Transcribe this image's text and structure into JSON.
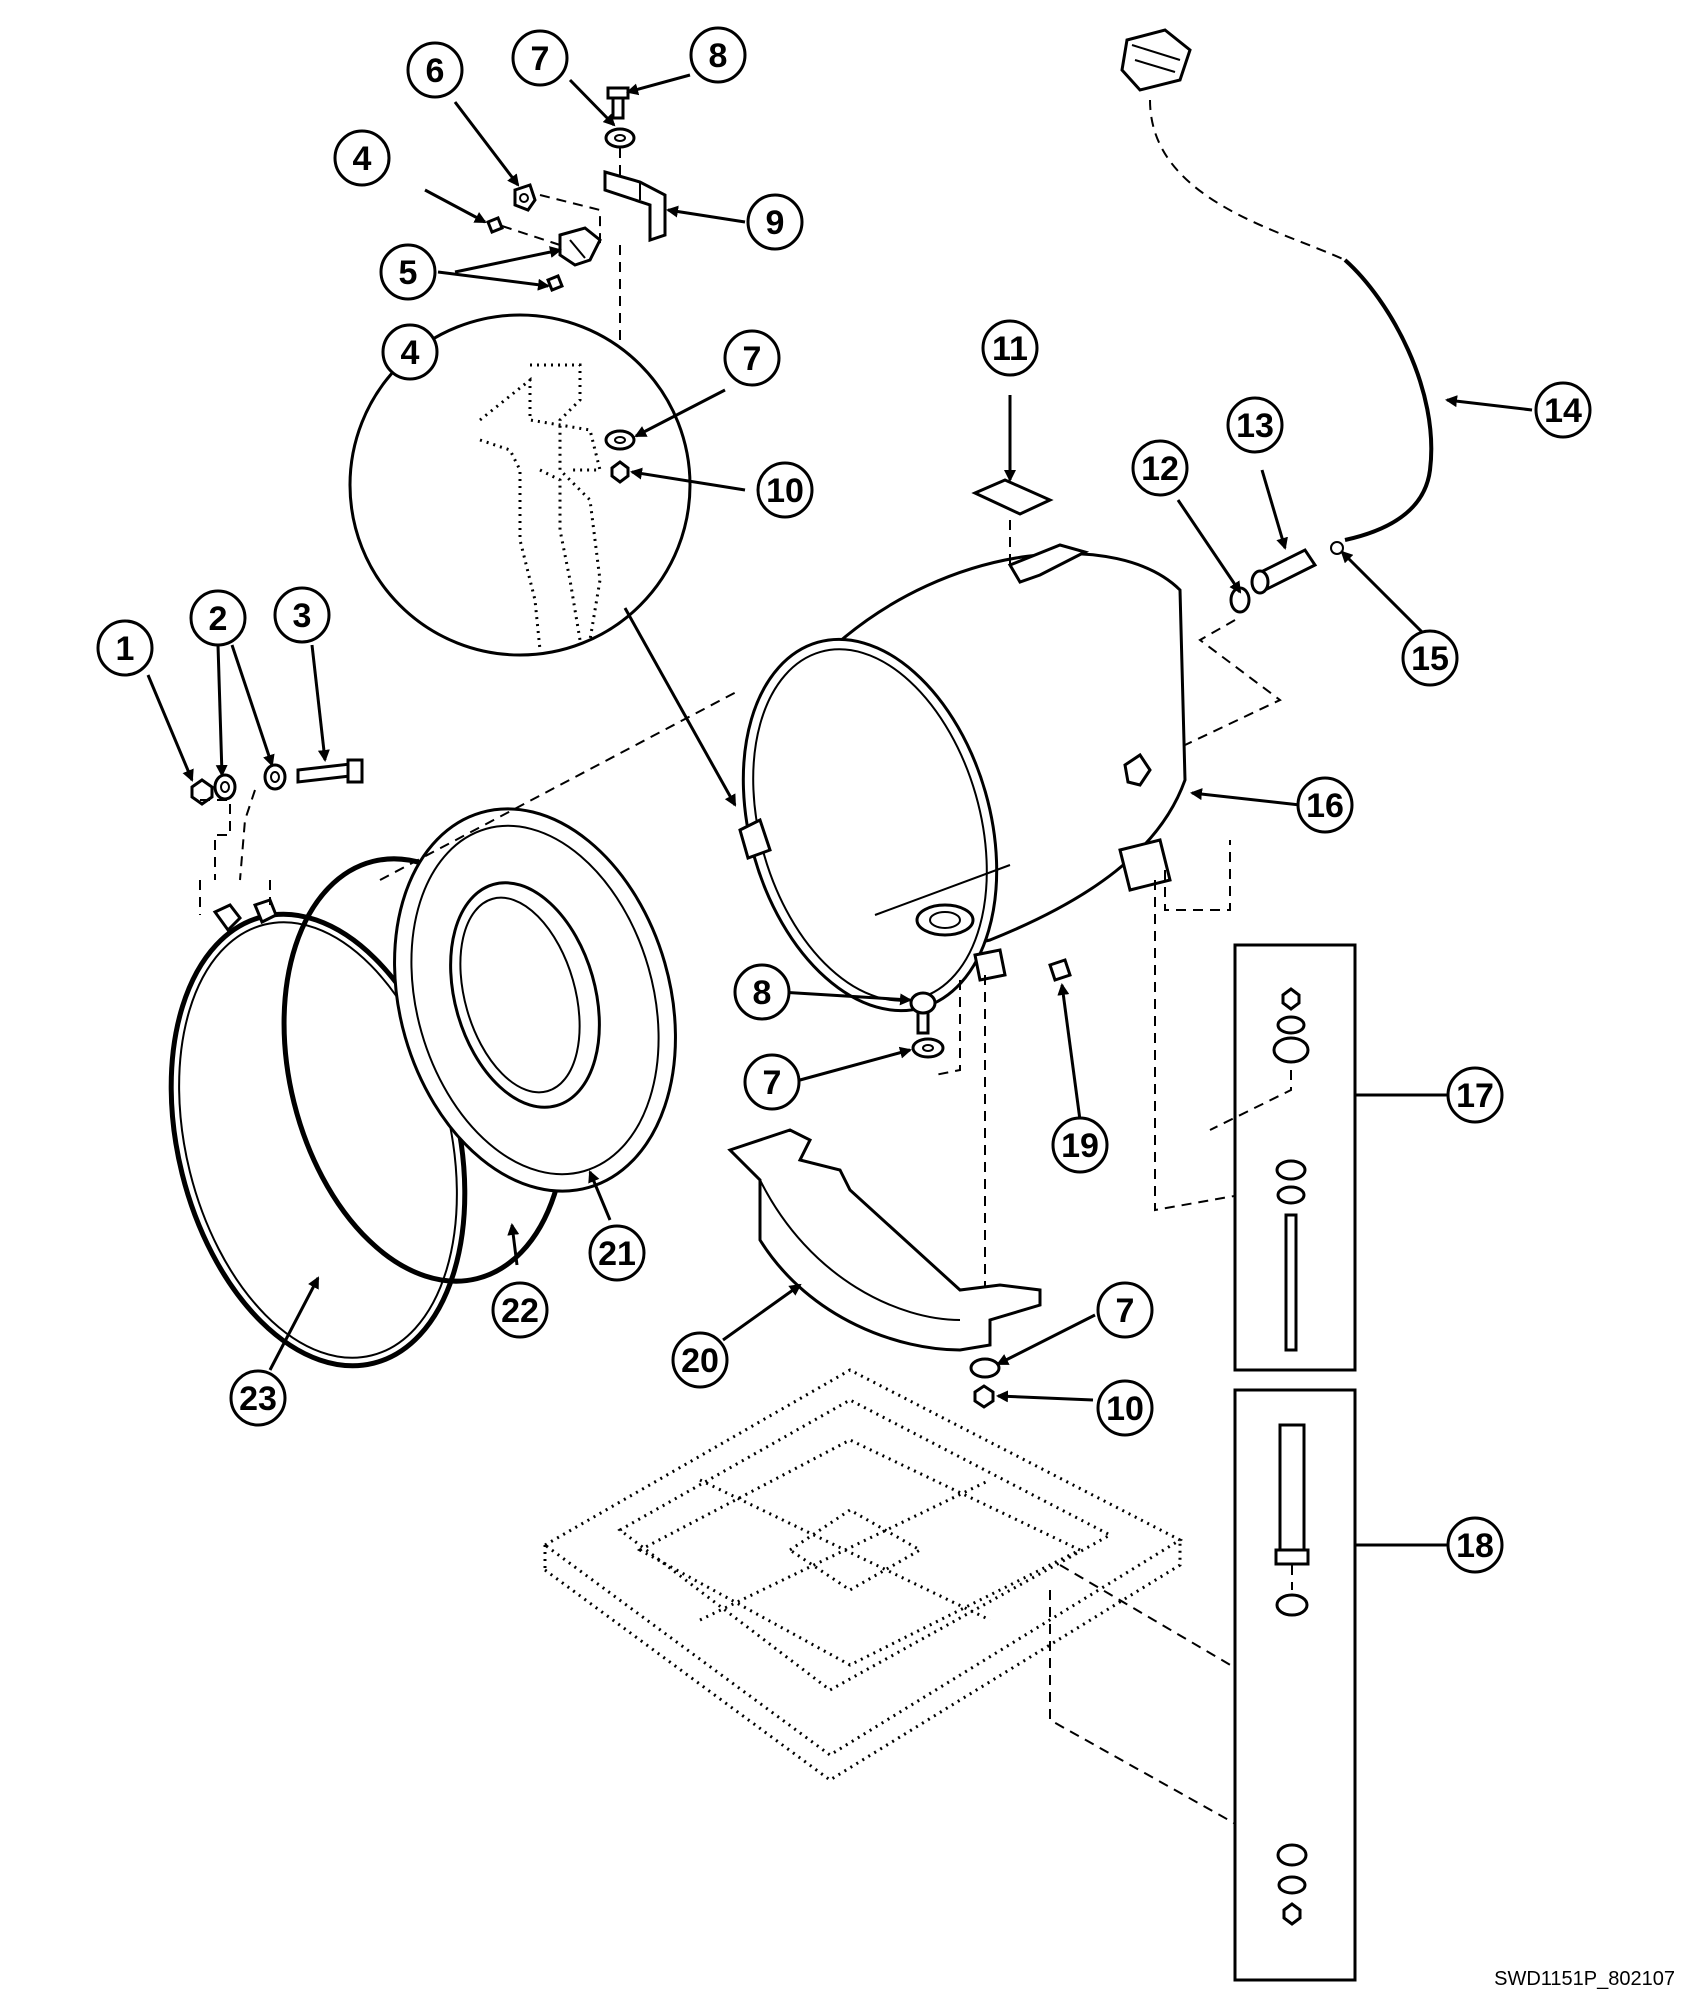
{
  "diagram": {
    "reference_code": "SWD1151P_802107",
    "callouts": [
      {
        "id": "c1",
        "label": "1"
      },
      {
        "id": "c2",
        "label": "2"
      },
      {
        "id": "c3",
        "label": "3"
      },
      {
        "id": "c4a",
        "label": "4"
      },
      {
        "id": "c4b",
        "label": "4"
      },
      {
        "id": "c5",
        "label": "5"
      },
      {
        "id": "c6",
        "label": "6"
      },
      {
        "id": "c7a",
        "label": "7"
      },
      {
        "id": "c7b",
        "label": "7"
      },
      {
        "id": "c7c",
        "label": "7"
      },
      {
        "id": "c7d",
        "label": "7"
      },
      {
        "id": "c8a",
        "label": "8"
      },
      {
        "id": "c8b",
        "label": "8"
      },
      {
        "id": "c9",
        "label": "9"
      },
      {
        "id": "c10a",
        "label": "10"
      },
      {
        "id": "c10b",
        "label": "10"
      },
      {
        "id": "c11",
        "label": "11"
      },
      {
        "id": "c12",
        "label": "12"
      },
      {
        "id": "c13",
        "label": "13"
      },
      {
        "id": "c14",
        "label": "14"
      },
      {
        "id": "c15",
        "label": "15"
      },
      {
        "id": "c16",
        "label": "16"
      },
      {
        "id": "c17",
        "label": "17"
      },
      {
        "id": "c18",
        "label": "18"
      },
      {
        "id": "c19",
        "label": "19"
      },
      {
        "id": "c20",
        "label": "20"
      },
      {
        "id": "c21",
        "label": "21"
      },
      {
        "id": "c22",
        "label": "22"
      },
      {
        "id": "c23",
        "label": "23"
      }
    ]
  }
}
